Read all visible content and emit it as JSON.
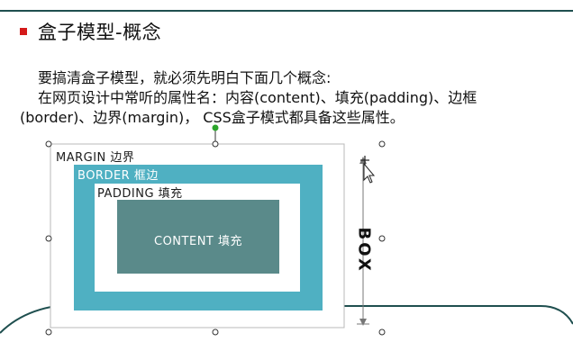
{
  "slide": {
    "title": "盒子模型-概念",
    "paragraph_line1": "要搞清盒子模型，就必须先明白下面几个概念:",
    "paragraph_line2": "在网页设计中常听的属性名：内容(content)、填充(padding)、边框",
    "paragraph_line3": "(border)、边界(margin)， CSS盒子模式都具备这些属性。"
  },
  "box_model": {
    "margin_label": "MARGIN 边界",
    "border_label": "BORDER 框边",
    "padding_label": "PADDING 填充",
    "content_label": "CONTENT 填充",
    "box_label": "BOX"
  },
  "colors": {
    "bullet": "#d41a1a",
    "border_area": "#4fb0c2",
    "content_area": "#5a8a8a",
    "frame_line": "#1f4f4f",
    "selection_dot": "#2ba52b"
  }
}
